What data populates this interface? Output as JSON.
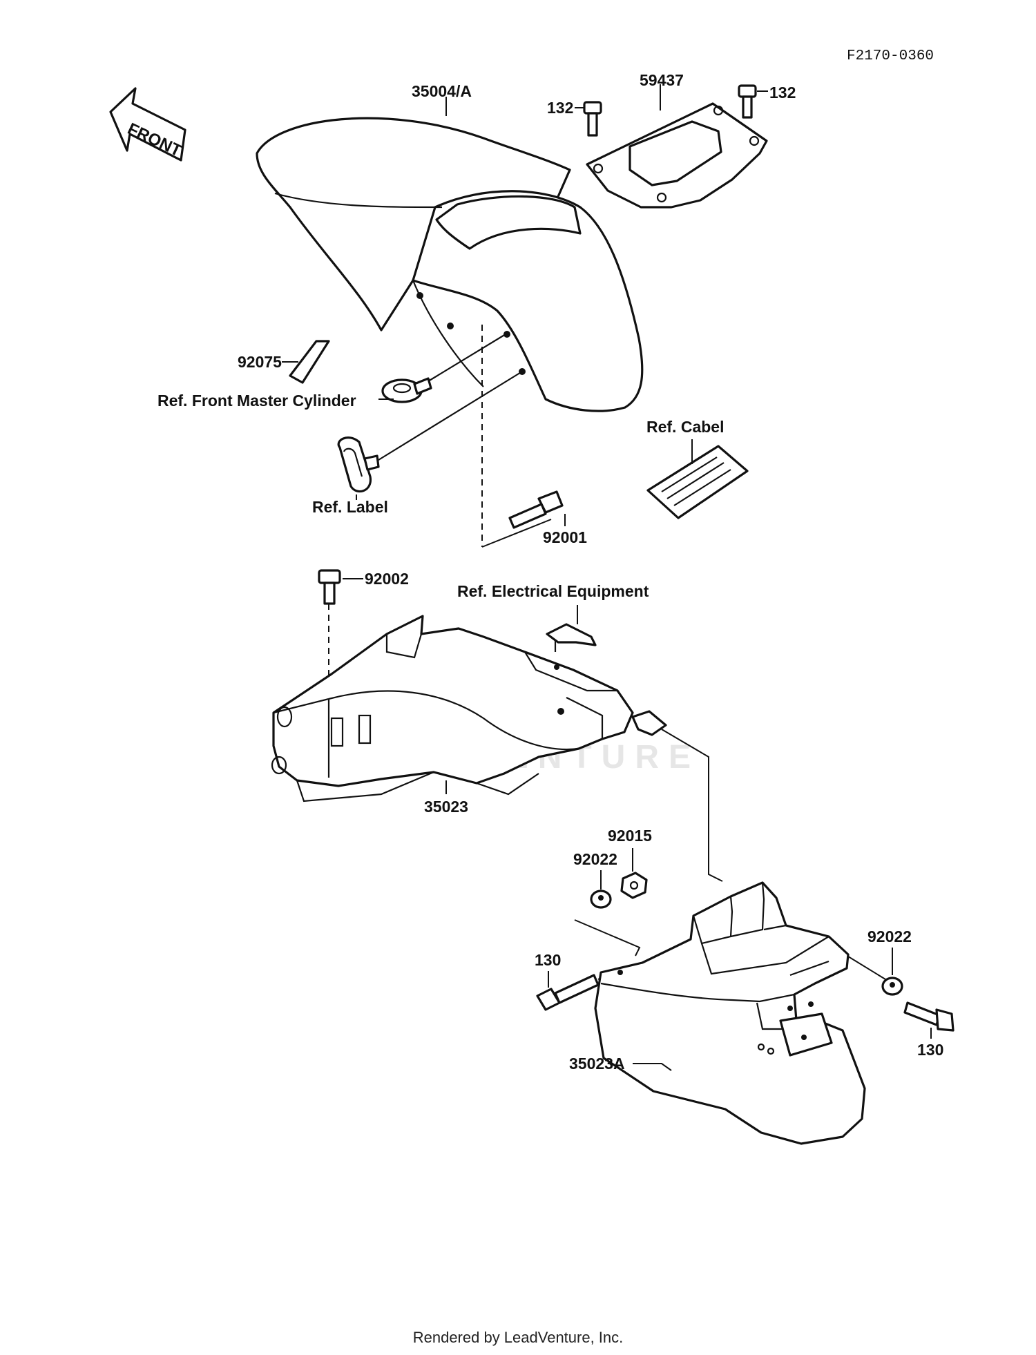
{
  "diagram": {
    "code": "F2170-0360",
    "direction_arrow": {
      "text": "FRONT",
      "icon": "front-arrow-icon"
    },
    "watermark": "LEADVENTURE",
    "footer": "Rendered by LeadVenture, Inc.",
    "callouts": [
      {
        "id": "front-fender",
        "text": "35004/A"
      },
      {
        "id": "fender-cover",
        "text": "59437"
      },
      {
        "id": "bolt-132-left",
        "text": "132"
      },
      {
        "id": "bolt-132-right",
        "text": "132"
      },
      {
        "id": "pad-92075",
        "text": "92075"
      },
      {
        "id": "ref-master-cylinder",
        "text": "Ref. Front Master Cylinder"
      },
      {
        "id": "ref-label",
        "text": "Ref. Label"
      },
      {
        "id": "ref-cabel",
        "text": "Ref. Cabel"
      },
      {
        "id": "bolt-92001",
        "text": "92001"
      },
      {
        "id": "bolt-92002",
        "text": "92002"
      },
      {
        "id": "ref-electrical",
        "text": "Ref. Electrical Equipment"
      },
      {
        "id": "rear-fender-front",
        "text": "35023"
      },
      {
        "id": "nut-92015",
        "text": "92015"
      },
      {
        "id": "washer-92022-left",
        "text": "92022"
      },
      {
        "id": "washer-92022-right",
        "text": "92022"
      },
      {
        "id": "bolt-130-left",
        "text": "130"
      },
      {
        "id": "bolt-130-right",
        "text": "130"
      },
      {
        "id": "rear-fender-rear",
        "text": "35023A"
      }
    ]
  }
}
